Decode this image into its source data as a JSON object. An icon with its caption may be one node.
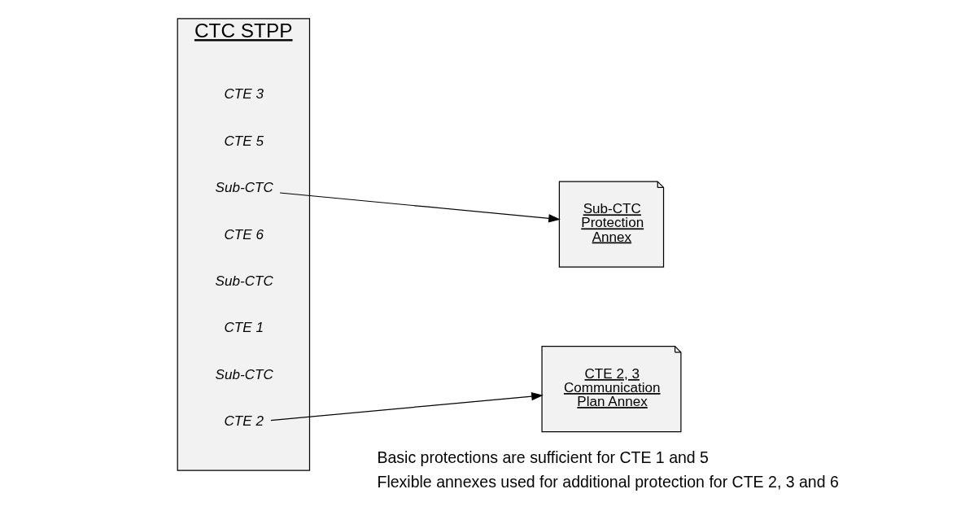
{
  "diagram": {
    "nodes": [
      {
        "text": [
          "CTC STPP"
        ]
      },
      {
        "text": [
          "Sub-CTC"
        ],
        "in": 0
      },
      {
        "text": [
          "CTE 1"
        ],
        "in": 0
      },
      {
        "text": [
          "Sub-CTC"
        ],
        "in": 0
      },
      {
        "text": [
          "CTE 2"
        ],
        "in": 0
      },
      {
        "text": [
          "CTE 3"
        ],
        "in": 0
      },
      {
        "text": [
          "CTE 5"
        ],
        "in": 0
      },
      {
        "text": [
          "Sub-CTC"
        ],
        "in": 0
      },
      {
        "text": [
          "CTE 6"
        ],
        "in": 0
      },
      {
        "text": [
          "CTE 2, 3 Communication Plan Annex"
        ]
      },
      {
        "text": [
          "Sub-CTC Protection Annex"
        ]
      }
    ],
    "edges": [
      {
        "from": 4,
        "to": 9,
        "arrow": "to"
      },
      {
        "from": 7,
        "to": 10,
        "arrow": "to"
      }
    ],
    "labels": [
      "Basic protections are sufficient for CTE 1 and 5",
      "Flexible annexes used for additional protection for CTE 2, 3 and 6"
    ]
  }
}
